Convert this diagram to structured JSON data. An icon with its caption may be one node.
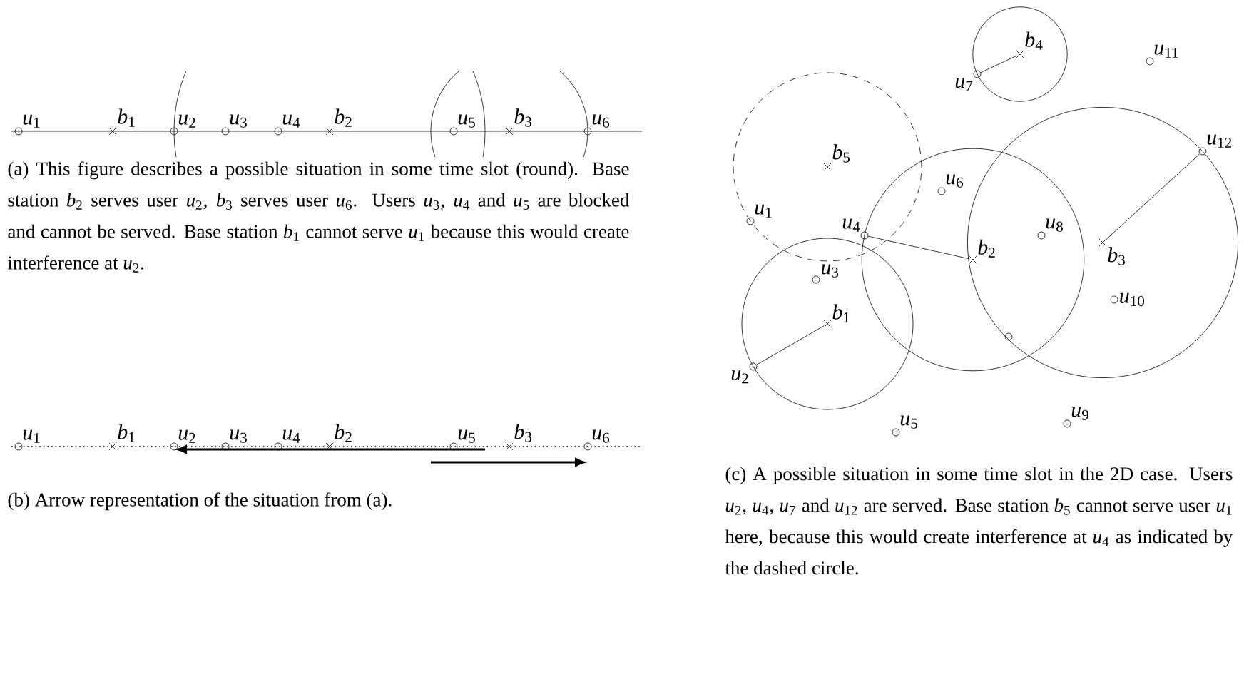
{
  "diagram": {
    "nodes": [
      {
        "text": [
          "*b*$_{4}$"
        ]
      },
      {
        "text": [
          "*u*$_{7}$"
        ]
      },
      {
        "text": [
          "*u*$_{11}$"
        ]
      },
      {
        "text": [
          "*u*$_{12}$"
        ]
      },
      {
        "text": [
          "*b*$_{5}$"
        ]
      },
      {
        "text": [
          "*u*$_{6}$"
        ]
      },
      {
        "text": [
          "*u*$_{1}$"
        ]
      },
      {
        "text": [
          "*u*$_{4}$"
        ]
      },
      {
        "text": [
          "*u*$_{8}$"
        ]
      },
      {
        "text": [
          "*b*$_{3}$"
        ]
      },
      {
        "text": [
          "*b*$_{2}$"
        ]
      },
      {
        "text": [
          "*u*$_{3}$"
        ]
      },
      {
        "text": [
          "*b*$_{1}$"
        ]
      },
      {
        "text": [
          "*u*$_{10}$"
        ]
      },
      {
        "text": [],
        "shape": "circle"
      },
      {
        "text": [
          "*u*$_{2}$"
        ]
      },
      {
        "text": [
          "*u*$_{9}$"
        ]
      },
      {
        "text": [
          "*u*$_{5}$"
        ]
      }
    ],
    "edges": [
      {
        "from": 0,
        "to": 1,
        "arrow": "none"
      },
      {
        "from": 10,
        "to": 7,
        "arrow": "none"
      },
      {
        "from": 9,
        "to": 3,
        "arrow": "none"
      },
      {
        "from": 12,
        "to": 15,
        "arrow": "none"
      }
    ],
    "labels": [
      "*u*$_{1}$",
      "*b*$_{1}$",
      "*u*$_{2}$",
      "*u*$_{3}$",
      "*u*$_{4}$",
      "*b*$_{2}$",
      "*u*$_{5}$",
      "*b*$_{3}$",
      "*u*$_{6}$",
      "(a) This figure describes a possible situation in some time slot (round). Base station *b*$_{2}$ serves user *u*$_{2}$, *b*$_{3}$ serves user *u*$_{6}$. Users *u*$_{3}$, *u*$_{4}$ and *u*$_{5}$ are blocked and cannot be served. Base station *b*$_{1}$ cannot serve *u*$_{1}$ because this would create interference at *u*$_{2}$.",
      "*u*$_{1}$",
      "*b*$_{1}$",
      "*u*$_{2}$",
      "*u*$_{3}$",
      "*u*$_{4}$",
      "*b*$_{2}$",
      "*u*$_{5}$",
      "*b*$_{3}$",
      "*u*$_{6}$",
      "(b) Arrow representation of the situation from (a).",
      "(c) A possible situation in some time slot in the 2D case. Users *u*$_{2}$, *u*$_{4}$, *u*$_{7}$ and *u*$_{12}$ are served. Base station *b*$_{5}$ cannot serve user *u*$_{1}$ here, because this would create interference at *u*$_{4}$ as indicated by the dashed circle."
    ]
  }
}
